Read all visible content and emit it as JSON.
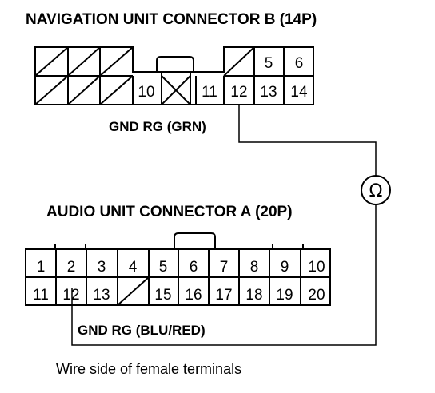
{
  "nav_connector": {
    "title": "NAVIGATION UNIT CONNECTOR B (14P)",
    "top_row": [
      "",
      "",
      "",
      "",
      "",
      "",
      "",
      "5",
      "6"
    ],
    "bottom_row": [
      "",
      "",
      "",
      "10",
      "",
      "11",
      "12",
      "13",
      "14"
    ],
    "wire_label": "GND RG (GRN)"
  },
  "audio_connector": {
    "title": "AUDIO UNIT CONNECTOR A (20P)",
    "top_row": [
      "1",
      "2",
      "3",
      "4",
      "5",
      "6",
      "7",
      "8",
      "9",
      "10"
    ],
    "bottom_row": [
      "11",
      "12",
      "13",
      "",
      "15",
      "16",
      "17",
      "18",
      "19",
      "20"
    ],
    "wire_label": "GND RG (BLU/RED)"
  },
  "meter": {
    "symbol": "Ω",
    "type": "ohmmeter"
  },
  "caption": "Wire side of female terminals"
}
